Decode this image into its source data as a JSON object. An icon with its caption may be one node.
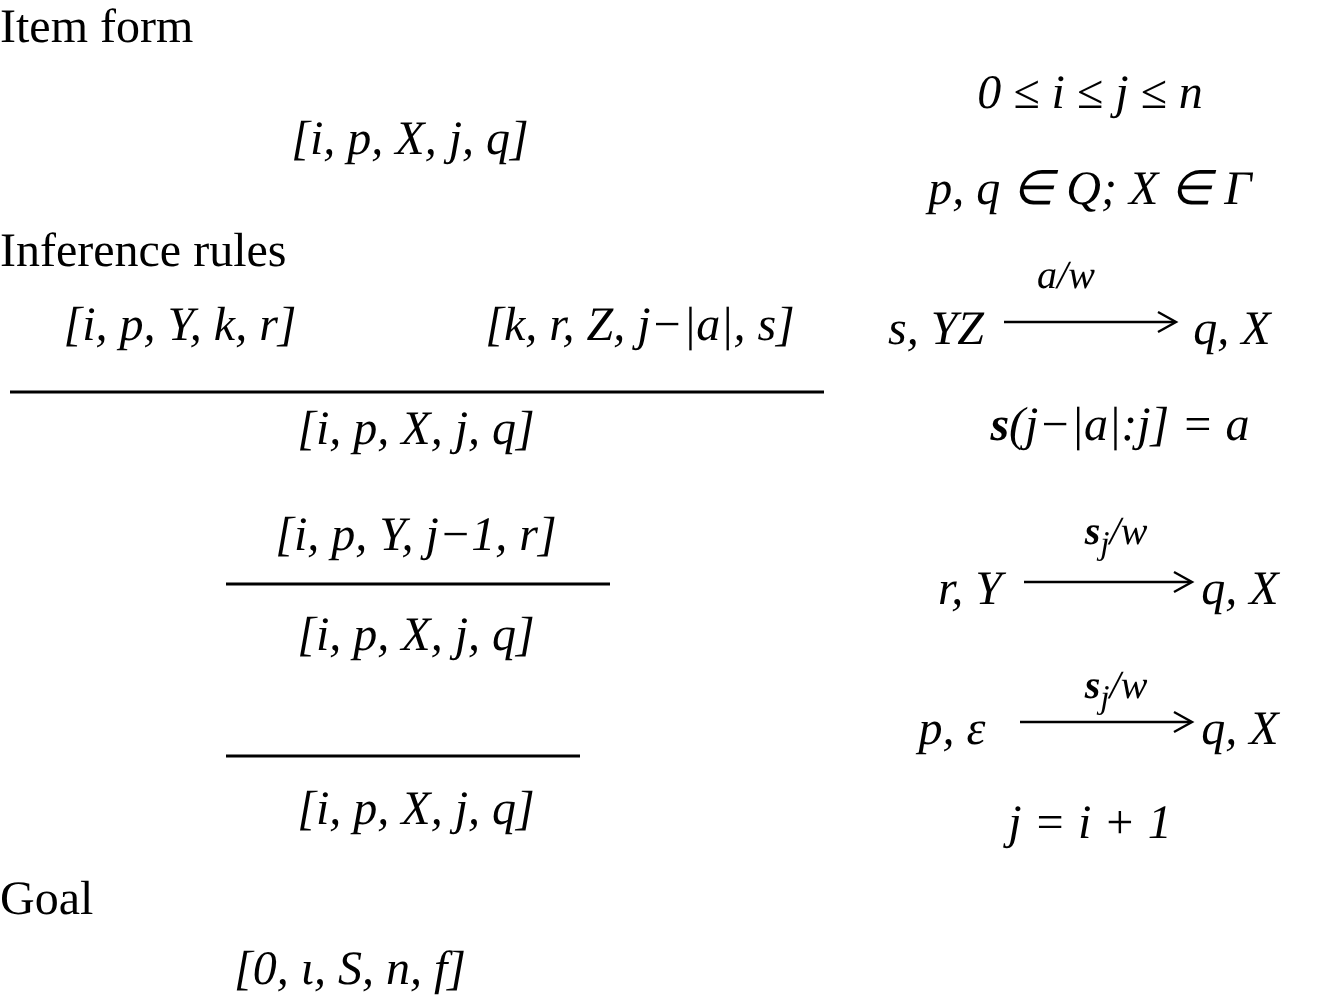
{
  "diagram": {
    "labels": [
      "Item form",
      "[i, p, X, j, q]",
      "0 ≤ i ≤ j ≤ n",
      "p, q ∈ Q; X ∈ Γ",
      "Inference rules",
      "[i, p, Y, k, r]",
      "[k, r, Z, j−|a|, s]",
      "a/w",
      "s, YZ",
      "q, X",
      "[i, p, X, j, q]",
      "**s**(j−|a|:j] = a",
      "[i, p, Y, j−1, r]",
      "**s**$_{j}$/w",
      "r, Y",
      "q, X",
      "[i, p, X, j, q]",
      "**s**$_{j}$/w",
      "p, ε",
      "q, X",
      "[i, p, X, j, q]",
      "j = i + 1",
      "Goal",
      "[0, ι, S, n, f]"
    ]
  }
}
